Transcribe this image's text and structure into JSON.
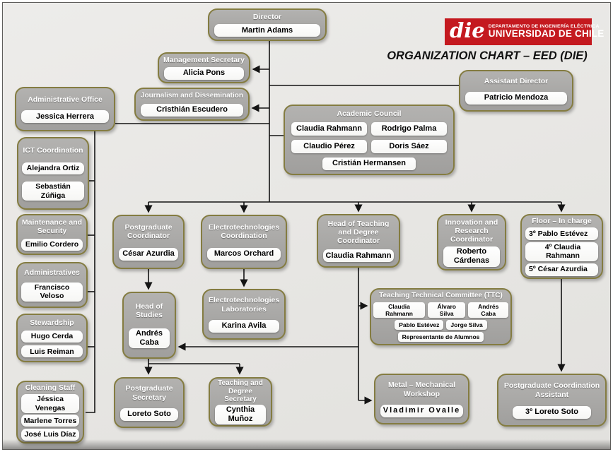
{
  "header": {
    "logo": {
      "die_text": "die",
      "line1": "DEPARTAMENTO DE INGENIERÍA ELÉCTRICA",
      "line2": "UNIVERSIDAD DE CHILE"
    },
    "title": "ORGANIZATION CHART – EED (DIE)"
  },
  "colors": {
    "node_fill": "#a9a8a6",
    "node_border": "#847c41",
    "logo_red": "#c4191f",
    "line_color": "#141414",
    "background": "#e9e8e5"
  },
  "nodes": {
    "director": {
      "title": "Director",
      "members": [
        "Martin Adams"
      ]
    },
    "management_secretary": {
      "title": "Management Secretary",
      "members": [
        "Alicia Pons"
      ]
    },
    "journalism": {
      "title": "Journalism and Dissemination",
      "members": [
        "Cristhián Escudero"
      ]
    },
    "administrative_office": {
      "title": "Administrative Office",
      "members": [
        "Jessica Herrera"
      ]
    },
    "assistant_director": {
      "title": "Assistant Director",
      "members": [
        "Patricio Mendoza"
      ]
    },
    "academic_council": {
      "title": "Academic Council",
      "members": [
        "Claudia Rahmann",
        "Rodrigo Palma",
        "Claudio Pérez",
        "Doris Sáez",
        "Cristián Hermansen"
      ]
    },
    "ict_coordination": {
      "title": "ICT Coordination",
      "members": [
        "Alejandra Ortiz",
        "Sebastián Zúñiga"
      ]
    },
    "maintenance_security": {
      "title": "Maintenance and Security",
      "members": [
        "Emilio Cordero"
      ]
    },
    "administratives": {
      "title": "Administratives",
      "members": [
        "Francisco Veloso"
      ]
    },
    "stewardship": {
      "title": "Stewardship",
      "members": [
        "Hugo Cerda",
        "Luis Reiman"
      ]
    },
    "cleaning_staff": {
      "title": "Cleaning Staff",
      "members": [
        "Jéssica Venegas",
        "Marlene Torres",
        "José Luis Díaz"
      ]
    },
    "postgraduate_coordinator": {
      "title": "Postgraduate Coordinator",
      "members": [
        "César Azurdia"
      ]
    },
    "electrotech_coordination": {
      "title": "Electrotechnologies Coordination",
      "members": [
        "Marcos Orchard"
      ]
    },
    "head_teaching_degree": {
      "title": "Head of Teaching and Degree Coordinator",
      "members": [
        "Claudia Rahmann"
      ]
    },
    "innovation_research": {
      "title": "Innovation and Research Coordinator",
      "members": [
        "Roberto Cárdenas"
      ]
    },
    "floor_in_charge": {
      "title": "Floor – In charge",
      "members": [
        "3º Pablo Estévez",
        "4º Claudia Rahmann",
        "5º César Azurdia"
      ]
    },
    "head_of_studies": {
      "title": "Head of Studies",
      "members": [
        "Andrés Caba"
      ]
    },
    "electrotech_labs": {
      "title": "Electrotechnologies Laboratories",
      "members": [
        "Karina Avila"
      ]
    },
    "ttc": {
      "title": "Teaching Technical Committee (TTC)",
      "members": [
        "Claudia Rahmann",
        "Álvaro Silva",
        "Andrés Caba",
        "Pablo Estévez",
        "Jorge Silva",
        "Representante de Alumnos"
      ]
    },
    "postgraduate_secretary": {
      "title": "Postgraduate Secretary",
      "members": [
        "Loreto Soto"
      ]
    },
    "teaching_degree_secretary": {
      "title": "Teaching and Degree Secretary",
      "members": [
        "Cynthia Muñoz"
      ]
    },
    "metal_workshop": {
      "title": "Metal – Mechanical Workshop",
      "members": [
        "Vladimir Ovalle"
      ]
    },
    "postgrad_coord_assistant": {
      "title": "Postgraduate Coordination Assistant",
      "members": [
        "3º Loreto Soto"
      ]
    }
  }
}
